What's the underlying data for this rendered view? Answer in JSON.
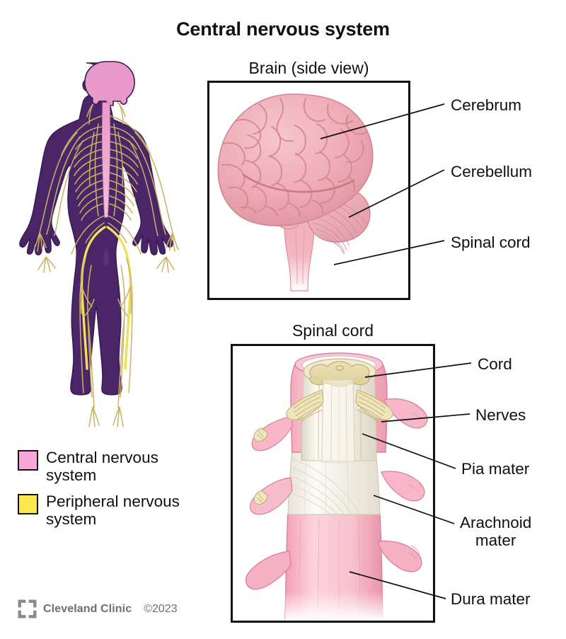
{
  "title": "Central nervous system",
  "panels": {
    "brain": {
      "caption": "Brain (side view)",
      "callouts": [
        {
          "label": "Cerebrum"
        },
        {
          "label": "Cerebellum"
        },
        {
          "label": "Spinal cord"
        }
      ]
    },
    "spinal": {
      "caption": "Spinal cord",
      "callouts": [
        {
          "label": "Cord"
        },
        {
          "label": "Nerves"
        },
        {
          "label": "Pia mater"
        },
        {
          "label": "Arachnoid\nmater"
        },
        {
          "label": "Dura mater"
        }
      ]
    }
  },
  "legend": {
    "items": [
      {
        "label": "Central nervous\nsystem",
        "color": "#f7a8d8",
        "icon": "pink-swatch"
      },
      {
        "label": "Peripheral nervous\nsystem",
        "color": "#f9e84f",
        "icon": "yellow-swatch"
      }
    ]
  },
  "figure": {
    "name": "human-nervous-system-figure",
    "body_color": "#4a2568",
    "cns_color": "#e79ac9",
    "pns_color": "#f2e05a"
  },
  "footer": {
    "logo_icon": "cleveland-clinic-logo",
    "brand": "Cleveland Clinic",
    "copyright": "©2023",
    "text_color": "#6e6e6e"
  },
  "colors": {
    "brain_pink": "#f0aab4",
    "brain_pink_dark": "#dd8f9c",
    "dura_pink": "#f6b9c6",
    "cord_white": "#f5f2ea",
    "nerve_yellow": "#ded09a",
    "frame": "#111111"
  }
}
